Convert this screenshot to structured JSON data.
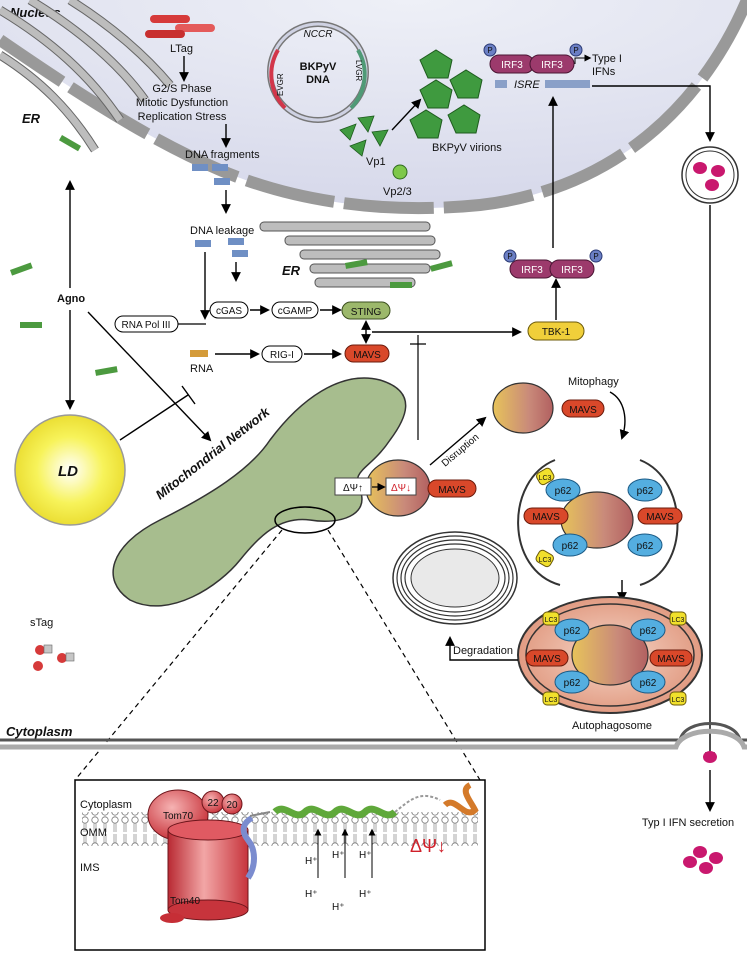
{
  "compartments": {
    "nucleus": "Nucleus",
    "cytoplasm": "Cytoplasm",
    "er_top": "ER",
    "er_mid": "ER",
    "mito_network": "Mitochondrial Network",
    "ld": "LD"
  },
  "viral": {
    "ltag": "LTag",
    "effect_1": "G2/S Phase",
    "effect_2": "Mitotic Dysfunction",
    "effect_3": "Replication Stress",
    "dna_fragments": "DNA fragments",
    "dna_leakage": "DNA leakage",
    "genome_line1": "BKPyV",
    "genome_line2": "DNA",
    "nccr": "NCCR",
    "evgr": "EVGR",
    "lvgr": "LVGR",
    "vp1": "Vp1",
    "vp23": "Vp2/3",
    "virions": "BKPyV virions",
    "agno": "Agno",
    "stag": "sTag"
  },
  "sensing": {
    "rna_pol": "RNA Pol III",
    "rna": "RNA",
    "cgas": "cGAS",
    "cgamp": "cGAMP",
    "sting": "STING",
    "rigi": "RIG-I",
    "mavs": "MAVS",
    "tbk1": "TBK-1",
    "irf3": "IRF3",
    "p": "P",
    "isre": "ISRE",
    "ifn_line1": "Type I",
    "ifn_line2": "IFNs"
  },
  "mito": {
    "dpsi_up": "ΔΨ↑",
    "dpsi_down": "ΔΨ↓",
    "disruption": "Disruption",
    "mitophagy": "Mitophagy",
    "p62": "p62",
    "lc3": "LC3",
    "degradation": "Degradation",
    "autophagosome": "Autophagosome",
    "secretion": "Typ I IFN secretion"
  },
  "inset": {
    "cytoplasm": "Cytoplasm",
    "omm": "OMM",
    "ims": "IMS",
    "tom70": "Tom70",
    "tom22": "22",
    "tom20": "20",
    "tom40": "Tom40",
    "hplus": "H⁺",
    "dpsi_down": "ΔΨ↓"
  },
  "colors": {
    "nucleus_fill": "#dfe0ee",
    "er_fill": "#b9b9b9",
    "mito_fill": "#a7bd8e",
    "mavs_fill": "#d9482a",
    "sting_fill": "#9cb86b",
    "tbk_fill": "#f0cf3a",
    "irf3_fill": "#9c3a6c",
    "p62_fill": "#54aee0",
    "lc3_fill": "#f1e02c",
    "ifn_magenta": "#c9186e",
    "virion_green": "#3f9a3f",
    "ltag_red": "#d63a3a"
  }
}
